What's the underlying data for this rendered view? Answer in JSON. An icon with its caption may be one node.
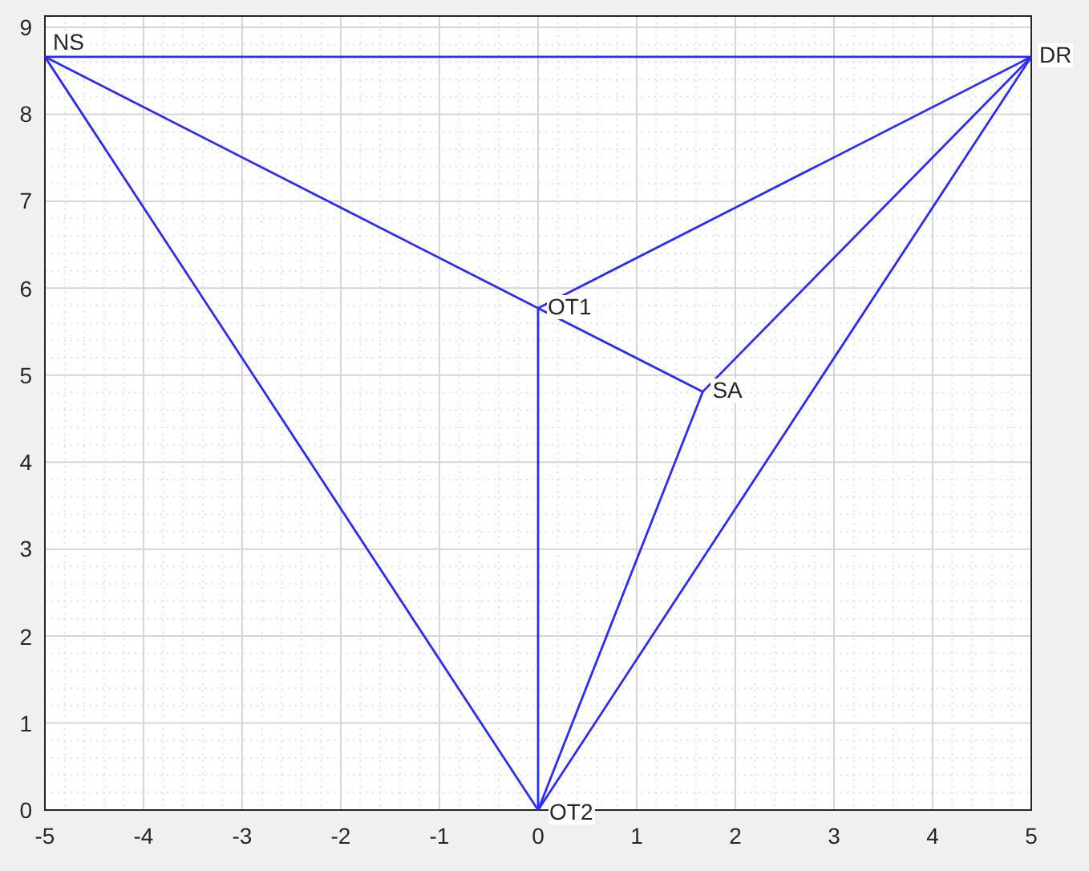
{
  "diagram": {
    "nodes": [
      {
        "text": [
          "NS"
        ]
      },
      {
        "text": [
          "DR"
        ]
      },
      {
        "text": [
          "OT1"
        ]
      },
      {
        "text": [
          "SA"
        ]
      },
      {
        "text": [
          "OT2"
        ]
      }
    ],
    "edges": [
      {
        "from": 0,
        "to": 1,
        "arrow": "none"
      },
      {
        "from": 0,
        "to": 2,
        "arrow": "none"
      },
      {
        "from": 0,
        "to": 4,
        "arrow": "none"
      },
      {
        "from": 1,
        "to": 2,
        "arrow": "none"
      },
      {
        "from": 1,
        "to": 3,
        "arrow": "none"
      },
      {
        "from": 1,
        "to": 4,
        "arrow": "none"
      },
      {
        "from": 2,
        "to": 3,
        "arrow": "none"
      },
      {
        "from": 2,
        "to": 4,
        "arrow": "none"
      },
      {
        "from": 3,
        "to": 4,
        "arrow": "none"
      }
    ],
    "labels": [
      "9",
      "8",
      "7",
      "6",
      "5",
      "4",
      "3",
      "2",
      "1",
      "0",
      "-5",
      "-4",
      "-3",
      "-2",
      "-1",
      "0",
      "1",
      "2",
      "3",
      "4",
      "5"
    ]
  }
}
